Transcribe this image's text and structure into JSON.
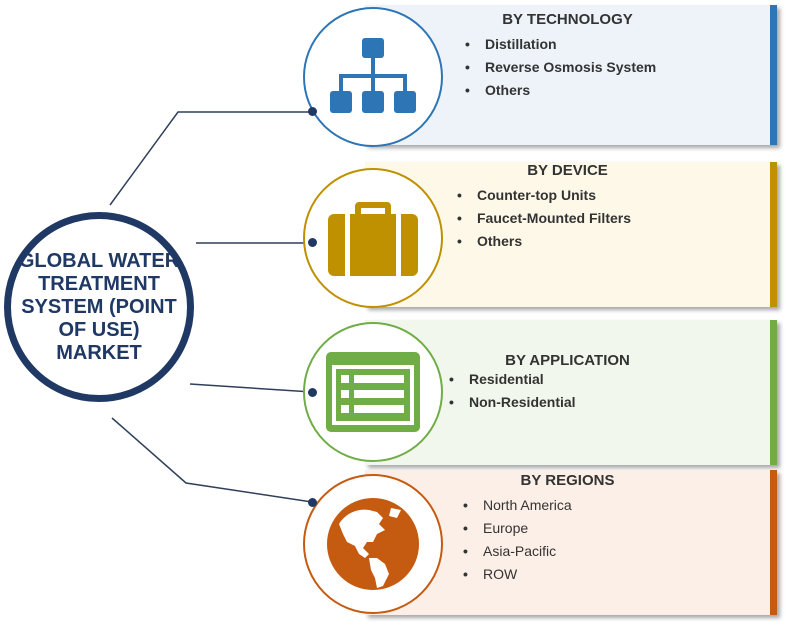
{
  "hub": {
    "title": "GLOBAL WATER TREATMENT SYSTEM (POINT OF USE) MARKET"
  },
  "segments": [
    {
      "title": "BY TECHNOLOGY",
      "items": [
        "Distillation",
        "Reverse Osmosis System",
        "Others"
      ],
      "icon": "hierarchy-icon",
      "accent_color": "#2e75b6",
      "panel_color": "#eef3fa"
    },
    {
      "title": "BY DEVICE",
      "items": [
        "Counter-top Units",
        "Faucet-Mounted Filters",
        "Others"
      ],
      "icon": "briefcase-icon",
      "accent_color": "#bf9000",
      "panel_color": "#fdf8e8"
    },
    {
      "title": "BY APPLICATION",
      "items": [
        "Residential",
        "Non-Residential"
      ],
      "icon": "list-document-icon",
      "accent_color": "#70ad47",
      "panel_color": "#f1f7ec"
    },
    {
      "title": "BY REGIONS",
      "items": [
        "North America",
        "Europe",
        "Asia-Pacific",
        "ROW"
      ],
      "icon": "globe-icon",
      "accent_color": "#c55a11",
      "panel_color": "#fcefe7"
    }
  ]
}
